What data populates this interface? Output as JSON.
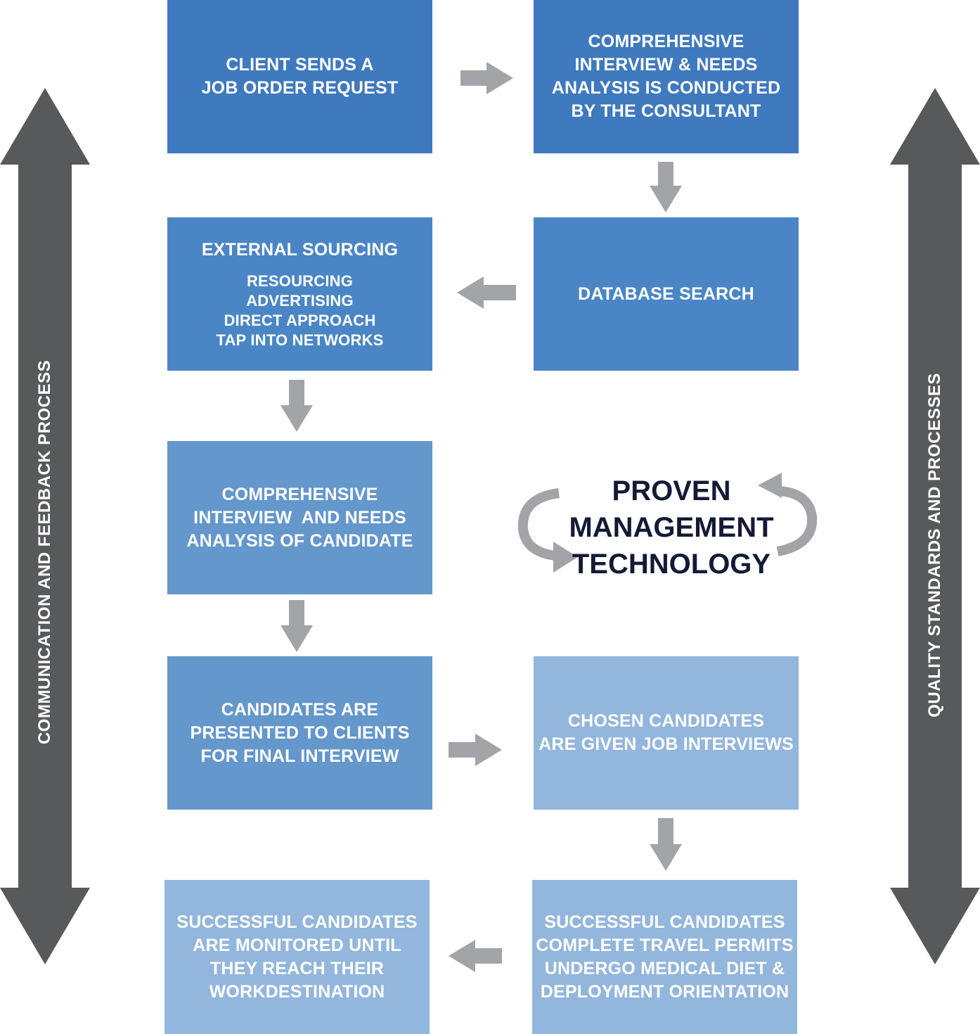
{
  "side_labels": {
    "left": "COMMUNICATION AND FEEDBACK PROCESS",
    "right": "QUALITY STANDARDS AND PROCESSES"
  },
  "steps": [
    {
      "id": "client-request",
      "lines": [
        "CLIENT SENDS A",
        "JOB ORDER REQUEST"
      ]
    },
    {
      "id": "consultant-interview",
      "lines": [
        "COMPREHENSIVE",
        "INTERVIEW & NEEDS",
        "ANALYSIS IS CONDUCTED",
        "BY THE CONSULTANT"
      ]
    },
    {
      "id": "database-search",
      "lines": [
        "DATABASE SEARCH"
      ]
    },
    {
      "id": "external-sourcing",
      "title": "EXTERNAL SOURCING",
      "items": [
        "RESOURCING",
        "ADVERTISING",
        "DIRECT APPROACH",
        "TAP INTO NETWORKS"
      ]
    },
    {
      "id": "candidate-interview",
      "lines": [
        "COMPREHENSIVE",
        "INTERVIEW  AND NEEDS",
        "ANALYSIS OF CANDIDATE"
      ]
    },
    {
      "id": "present-to-clients",
      "lines": [
        "CANDIDATES ARE",
        "PRESENTED TO CLIENTS",
        "FOR FINAL INTERVIEW"
      ]
    },
    {
      "id": "job-interviews",
      "lines": [
        "CHOSEN CANDIDATES",
        "ARE GIVEN JOB INTERVIEWS"
      ]
    },
    {
      "id": "travel-permits",
      "lines": [
        "SUCCESSFUL CANDIDATES",
        "COMPLETE TRAVEL PERMITS",
        "UNDERGO MEDICAL DIET &",
        "DEPLOYMENT ORIENTATION"
      ]
    },
    {
      "id": "monitoring",
      "lines": [
        "SUCCESSFUL CANDIDATES",
        "ARE MONITORED UNTIL",
        "THEY REACH THEIR",
        "WORKDESTINATION"
      ]
    }
  ],
  "center": {
    "lines": [
      "PROVEN",
      "MANAGEMENT",
      "TECHNOLOGY"
    ]
  },
  "colors": {
    "box_dark": "#3f79be",
    "box_mid": "#4a86c5",
    "box_light": "#6497cb",
    "box_pale": "#93b6dc",
    "arrow_gray": "#a2a4a7",
    "side_arrow": "#58595b",
    "center_text": "#141a36"
  }
}
